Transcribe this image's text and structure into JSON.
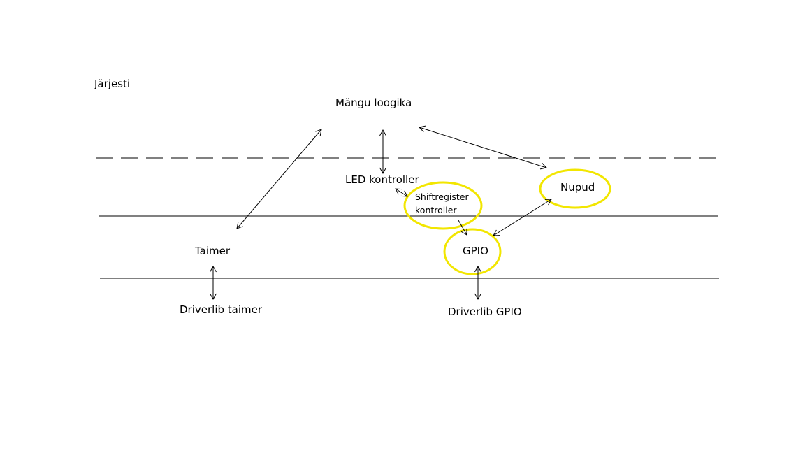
{
  "diagram": {
    "title": "Järjesti",
    "nodes": {
      "game_logic": "Mängu loogika",
      "led_controller": "LED kontroller",
      "shiftregister_line1": "Shiftregister",
      "shiftregister_line2": "kontroller",
      "buttons": "Nupud",
      "timer": "Taimer",
      "gpio": "GPIO",
      "driverlib_timer": "Driverlib taimer",
      "driverlib_gpio": "Driverlib GPIO"
    },
    "highlighted_nodes": [
      "Shiftregister kontroller",
      "Nupud",
      "GPIO"
    ],
    "connections": [
      {
        "from": "Taimer",
        "to": "Mängu loogika",
        "style": "double-arrow"
      },
      {
        "from": "LED kontroller",
        "to": "Mängu loogika",
        "style": "double-arrow"
      },
      {
        "from": "Nupud",
        "to": "Mängu loogika",
        "style": "double-arrow"
      },
      {
        "from": "LED kontroller",
        "to": "Shiftregister kontroller",
        "style": "double-arrow"
      },
      {
        "from": "Shiftregister kontroller",
        "to": "GPIO",
        "style": "arrow"
      },
      {
        "from": "Nupud",
        "to": "GPIO",
        "style": "double-arrow"
      },
      {
        "from": "Taimer",
        "to": "Driverlib taimer",
        "style": "double-arrow"
      },
      {
        "from": "GPIO",
        "to": "Driverlib GPIO",
        "style": "double-arrow"
      }
    ],
    "colors": {
      "highlight": "#f2e600",
      "line": "#000000",
      "background": "#ffffff"
    }
  }
}
